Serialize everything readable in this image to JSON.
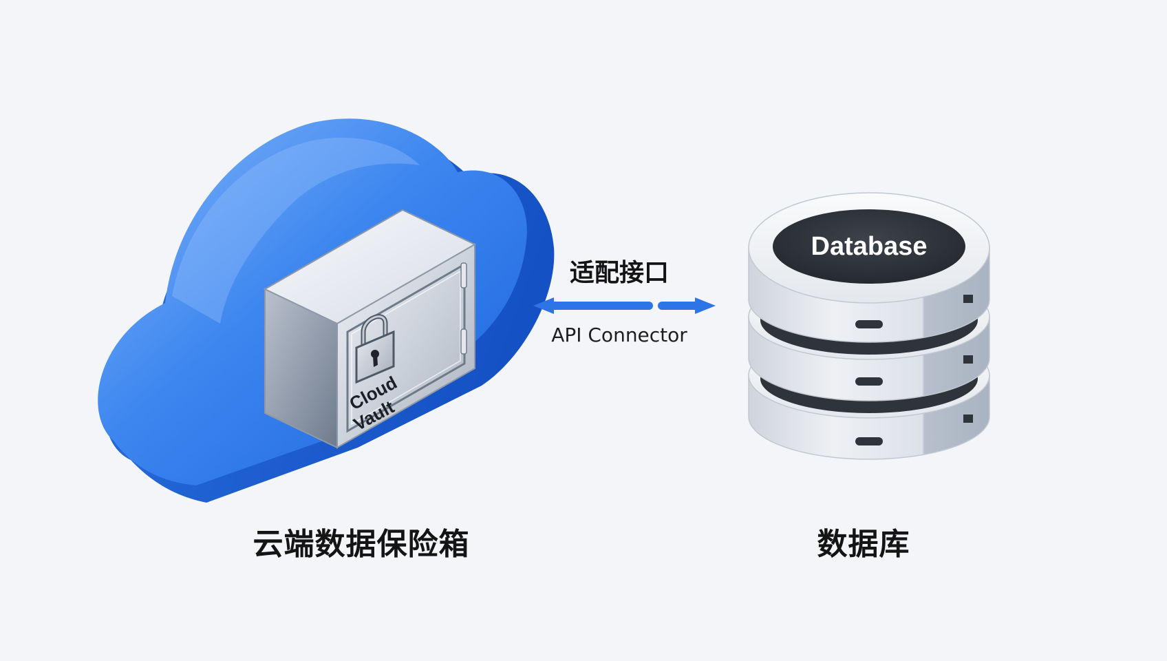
{
  "cloud_vault": {
    "title": "云端数据保险箱",
    "safe_label_line1": "Cloud",
    "safe_label_line2": "Vault",
    "colors": {
      "cloud": "#1a6ee6",
      "cloud_light": "#78aef8",
      "safe": "#c9cfd8"
    }
  },
  "connector": {
    "title": "适配接口",
    "subtitle": "API Connector",
    "direction": "bidirectional",
    "color": "#2f74e6"
  },
  "database": {
    "title": "数据库",
    "disk_label": "Database",
    "tiers": 3,
    "colors": {
      "disk": "#dfe3ea",
      "top_oval": "#32373e"
    }
  }
}
